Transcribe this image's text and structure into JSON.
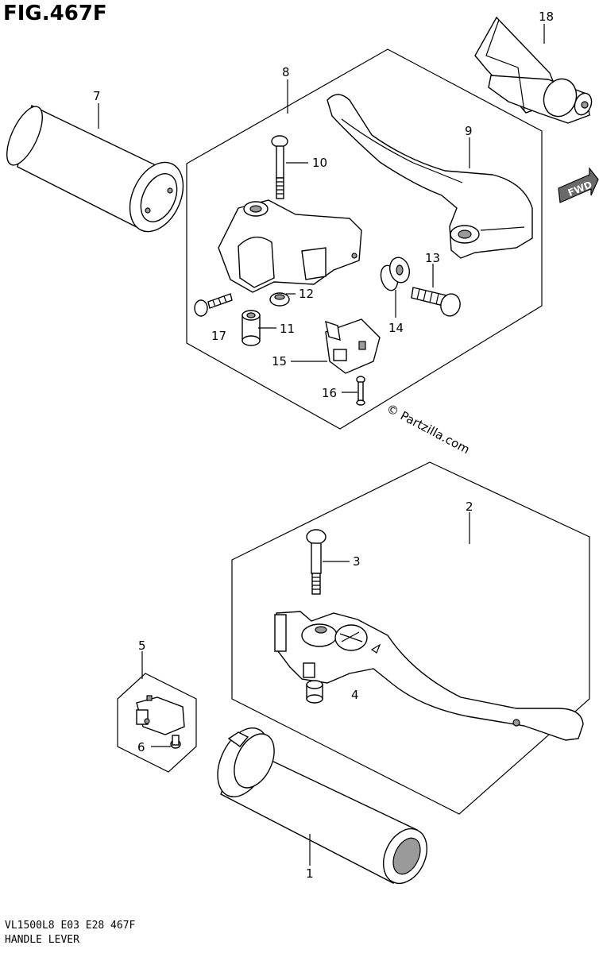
{
  "figure_title": "FIG.467F",
  "footer": {
    "model_code": "VL1500L8  E03  E28  467F",
    "section_name": "HANDLE LEVER"
  },
  "watermark": "© Partzilla.com",
  "direction_label": "FWD",
  "callouts": [
    {
      "id": "1"
    },
    {
      "id": "2"
    },
    {
      "id": "3"
    },
    {
      "id": "4"
    },
    {
      "id": "5"
    },
    {
      "id": "6"
    },
    {
      "id": "7"
    },
    {
      "id": "8"
    },
    {
      "id": "9"
    },
    {
      "id": "10"
    },
    {
      "id": "11"
    },
    {
      "id": "12"
    },
    {
      "id": "13"
    },
    {
      "id": "14"
    },
    {
      "id": "15"
    },
    {
      "id": "16"
    },
    {
      "id": "17"
    },
    {
      "id": "18"
    }
  ]
}
